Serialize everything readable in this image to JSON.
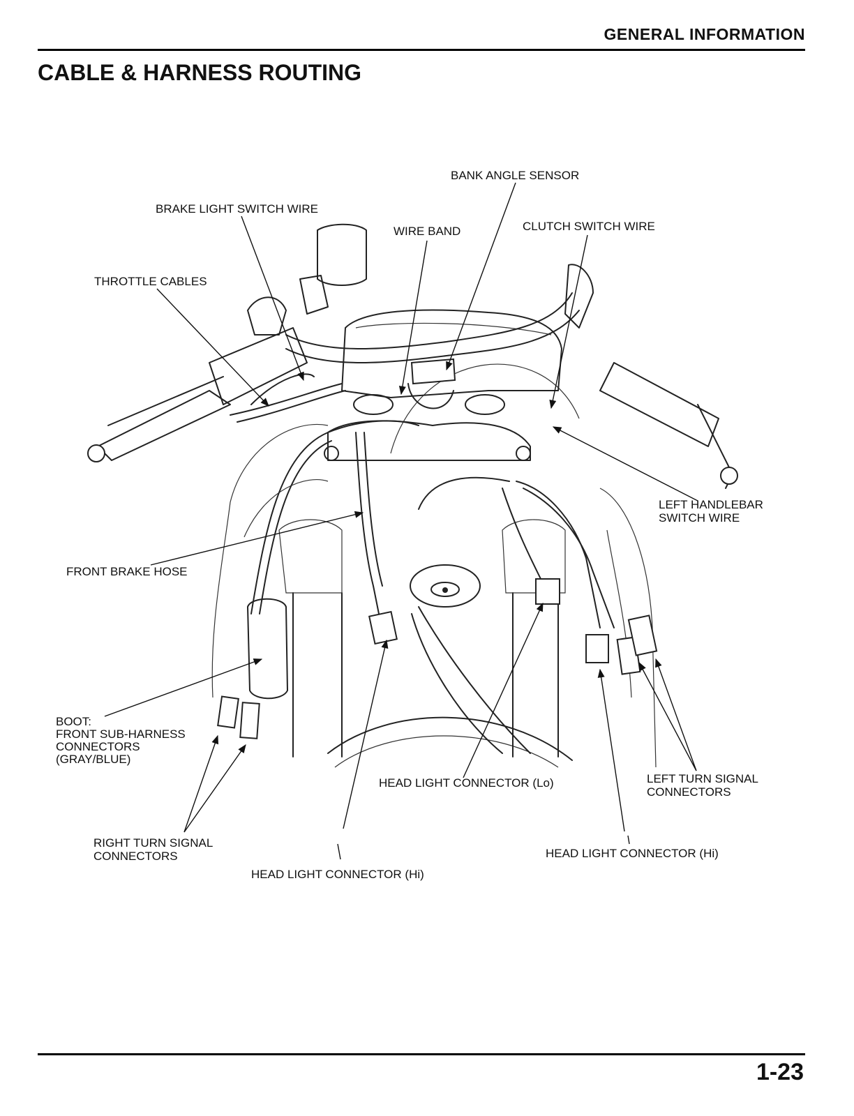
{
  "header": {
    "section": "GENERAL INFORMATION",
    "title": "CABLE & HARNESS ROUTING"
  },
  "footer": {
    "page_number": "1-23"
  },
  "diagram": {
    "labels": {
      "bank_angle_sensor": "BANK ANGLE SENSOR",
      "brake_light_switch_wire": "BRAKE LIGHT SWITCH WIRE",
      "wire_band": "WIRE BAND",
      "clutch_switch_wire": "CLUTCH SWITCH WIRE",
      "throttle_cables": "THROTTLE CABLES",
      "left_handlebar_switch_wire_1": "LEFT HANDLEBAR",
      "left_handlebar_switch_wire_2": "SWITCH WIRE",
      "front_brake_hose": "FRONT BRAKE HOSE",
      "boot_1": "BOOT:",
      "boot_2": "FRONT SUB-HARNESS",
      "boot_3": "CONNECTORS",
      "boot_4": "(GRAY/BLUE)",
      "head_light_connector_lo": "HEAD LIGHT CONNECTOR (Lo)",
      "left_turn_signal_1": "LEFT TURN SIGNAL",
      "left_turn_signal_2": "CONNECTORS",
      "right_turn_signal_1": "RIGHT TURN SIGNAL",
      "right_turn_signal_2": "CONNECTORS",
      "head_light_connector_hi_right": "HEAD LIGHT CONNECTOR (Hi)",
      "head_light_connector_hi_left": "HEAD LIGHT CONNECTOR (Hi)"
    }
  }
}
